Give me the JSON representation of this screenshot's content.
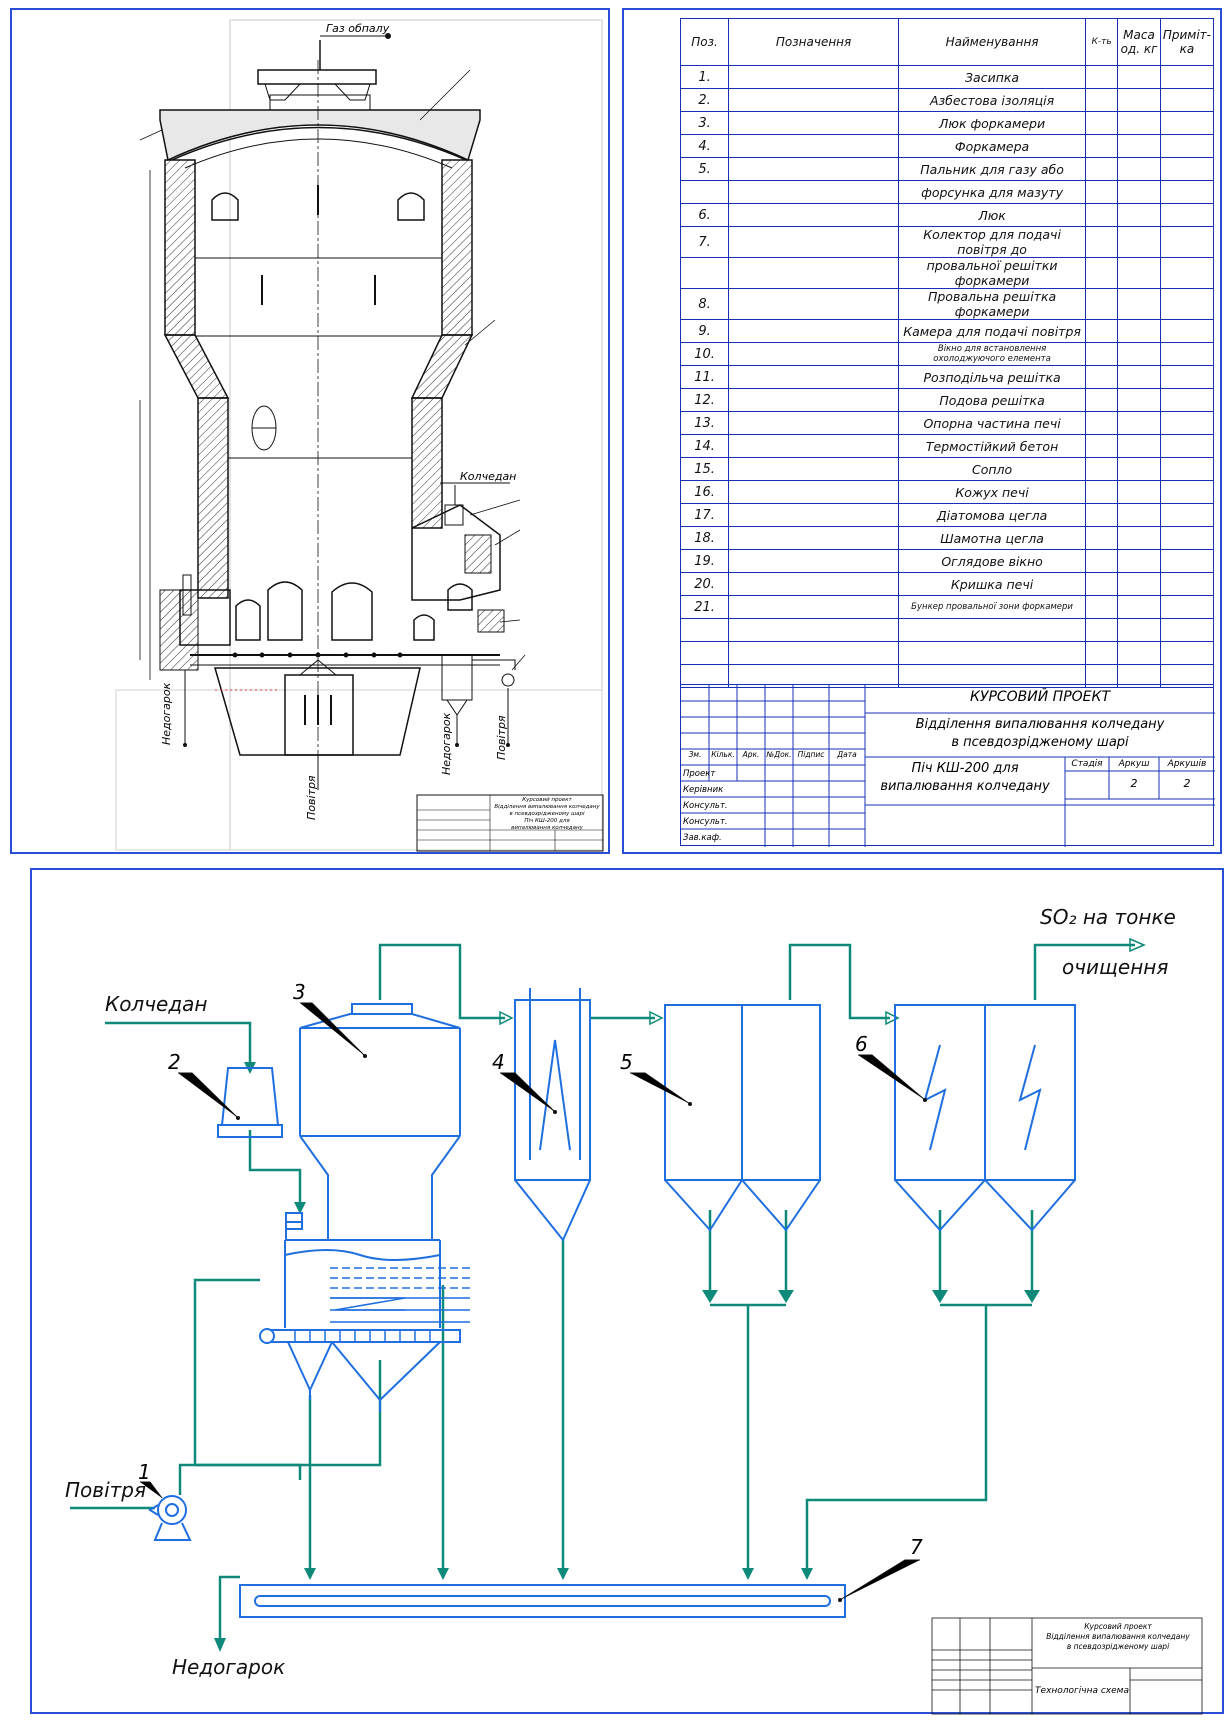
{
  "sheet1": {
    "labels": {
      "gas_out": "Газ обпалу",
      "pyrite": "Колчедан",
      "cinder_left": "Недогарок",
      "cinder_right": "Недогарок",
      "air_right": "Повітря",
      "air_bottom": "Повітря"
    },
    "title_block": {
      "line1": "Курсовий проект",
      "line2": "Відділення випалювання колчедану",
      "line3": "в псевдозрідженому шарі",
      "line4": "Піч КШ-200 для",
      "line5": "випалювання колчедану"
    }
  },
  "spec": {
    "headers": {
      "pos": "Поз.",
      "designation": "Позначення",
      "name": "Найменування",
      "qty": "К-ть",
      "mass": "Маса од. кг",
      "note": "Приміт-ка"
    },
    "rows": [
      {
        "pos": "1.",
        "name": "Засипка"
      },
      {
        "pos": "2.",
        "name": "Азбестова ізоляція"
      },
      {
        "pos": "3.",
        "name": "Люк форкамери"
      },
      {
        "pos": "4.",
        "name": "Форкамера"
      },
      {
        "pos": "5.",
        "name": "Пальник для газу або"
      },
      {
        "pos": "",
        "name": "форсунка для мазуту"
      },
      {
        "pos": "6.",
        "name": "Люк"
      },
      {
        "pos": "7.",
        "name": "Колектор для подачі повітря до"
      },
      {
        "pos": "",
        "name": "провальної решітки форкамери"
      },
      {
        "pos": "8.",
        "name": "Провальна решітка форкамери"
      },
      {
        "pos": "9.",
        "name": "Камера для подачі повітря"
      },
      {
        "pos": "10.",
        "name": "Вікно для встановлення охолоджуючого елемента",
        "small": true
      },
      {
        "pos": "11.",
        "name": "Розподільча решітка"
      },
      {
        "pos": "12.",
        "name": "Подова решітка"
      },
      {
        "pos": "13.",
        "name": "Опорна частина печі"
      },
      {
        "pos": "14.",
        "name": "Термостійкий бетон"
      },
      {
        "pos": "15.",
        "name": "Сопло"
      },
      {
        "pos": "16.",
        "name": "Кожух печі"
      },
      {
        "pos": "17.",
        "name": "Діатомова цегла"
      },
      {
        "pos": "18.",
        "name": "Шамотна цегла"
      },
      {
        "pos": "19.",
        "name": "Оглядове вікно"
      },
      {
        "pos": "20.",
        "name": "Кришка печі"
      },
      {
        "pos": "21.",
        "name": "Бункер провальної зони форкамери",
        "small": true
      },
      {
        "pos": "",
        "name": ""
      },
      {
        "pos": "",
        "name": ""
      },
      {
        "pos": "",
        "name": ""
      }
    ],
    "title_block": {
      "project": "КУРСОВИЙ ПРОЕКТ",
      "dept_line1": "Відділення випалювання колчедану",
      "dept_line2": "в псевдозрідженому шарі",
      "item_line1": "Піч КШ-200 для",
      "item_line2": "випалювання колчедану",
      "stage": "Стадія",
      "sheet": "Аркуш",
      "sheets": "Аркушів",
      "sheet_val": "2",
      "sheets_val": "2",
      "cols": [
        "Зм.",
        "Кільк.",
        "Арк.",
        "№Док.",
        "Підпис",
        "Дата"
      ],
      "roles": [
        "Проект",
        "Керівник",
        "Консульт.",
        "Консульт.",
        "Зав.каф."
      ]
    }
  },
  "scheme": {
    "labels": {
      "pyrite": "Колчедан",
      "air": "Повітря",
      "cinder": "Недогарок",
      "so2_line1": "SO₂ на тонке",
      "so2_line2": "очищення"
    },
    "numbers": [
      "1",
      "2",
      "3",
      "4",
      "5",
      "6",
      "7"
    ],
    "title_block": {
      "line1": "Курсовий проект",
      "line2": "Відділення випалювання колчедану",
      "line3": "в псевдозрідженому шарі",
      "line4": "Технологічна схема"
    }
  },
  "colors": {
    "frame": "#2a4fd6",
    "equipment": "#1f6fe0",
    "pipe": "#0f8a7a",
    "drawing": "#111111"
  }
}
